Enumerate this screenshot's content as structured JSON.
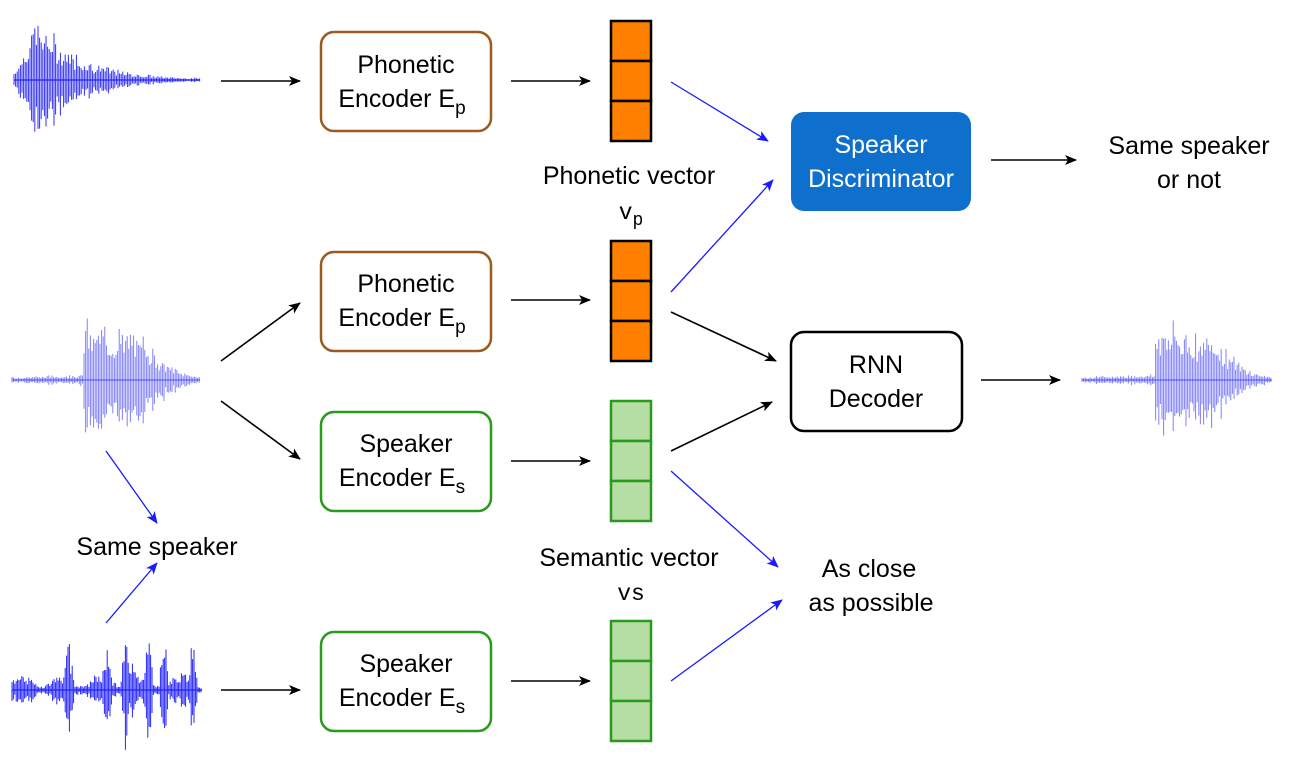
{
  "encoders": {
    "phonetic_top": {
      "line1": "Phonetic",
      "line2": "Encoder E",
      "sub": "p"
    },
    "phonetic_mid": {
      "line1": "Phonetic",
      "line2": "Encoder E",
      "sub": "p"
    },
    "speaker_mid": {
      "line1": "Speaker",
      "line2": "Encoder E",
      "sub": "s"
    },
    "speaker_bottom": {
      "line1": "Speaker",
      "line2": "Encoder E",
      "sub": "s"
    }
  },
  "discriminator": {
    "line1": "Speaker",
    "line2": "Discriminator"
  },
  "decoder": {
    "line1": "RNN",
    "line2": "Decoder"
  },
  "labels": {
    "phonetic_vector": "Phonetic vector",
    "phonetic_symbol": "v",
    "phonetic_symbol_sub": "p",
    "semantic_vector": "Semantic vector",
    "semantic_symbol": "vs",
    "same_speaker_or_not_1": "Same speaker",
    "same_speaker_or_not_2": "or not",
    "same_speaker": "Same speaker",
    "as_close_1": "As close",
    "as_close_2": "as possible"
  },
  "colors": {
    "phonetic_border": "#9c5b1e",
    "speaker_border": "#2a9a1e",
    "phonetic_vector_fill": "#ff8000",
    "semantic_vector_fill": "#b5dea5",
    "semantic_vector_border": "#2a9a1e",
    "discriminator_fill": "#0f6fcd",
    "waveform": "#1a1aff",
    "blue_arrow": "#1a1aff",
    "black_arrow": "#000000"
  }
}
